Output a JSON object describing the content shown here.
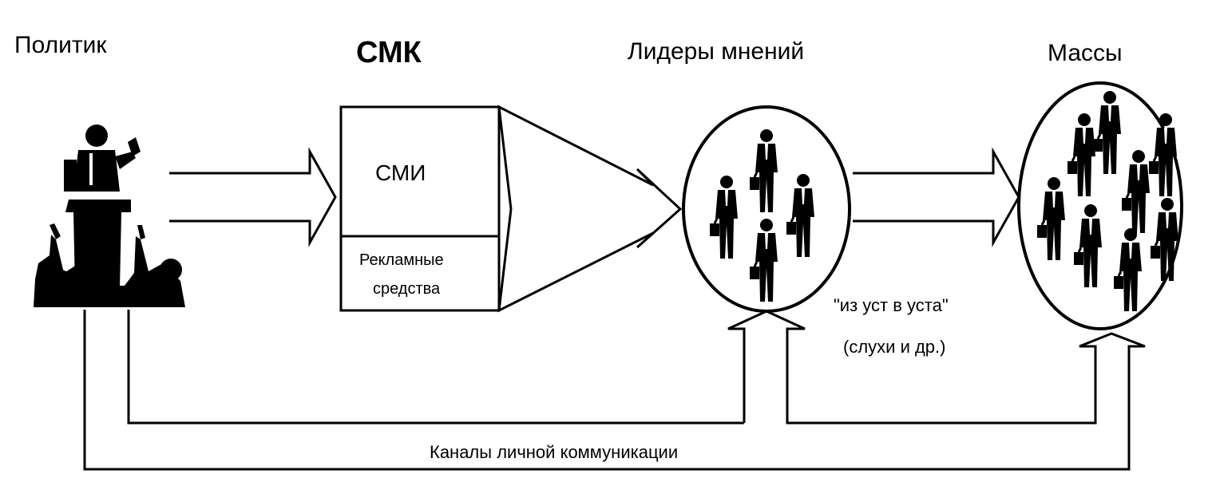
{
  "headers": {
    "politician": "Политик",
    "smk": "СМК",
    "leaders": "Лидеры мнений",
    "masses": "Массы"
  },
  "box": {
    "top_label": "СМИ",
    "bottom_label_line1": "Рекламные",
    "bottom_label_line2": "средства"
  },
  "notes": {
    "word_of_mouth_line1": "\"из уст в уста\"",
    "word_of_mouth_line2": "(слухи и др.)",
    "channels": "Каналы личной коммуникации"
  },
  "colors": {
    "ink": "#000000",
    "paper": "#ffffff"
  },
  "icons": {
    "politician": "politician-speaker-icon",
    "person": "businessman-icon"
  }
}
